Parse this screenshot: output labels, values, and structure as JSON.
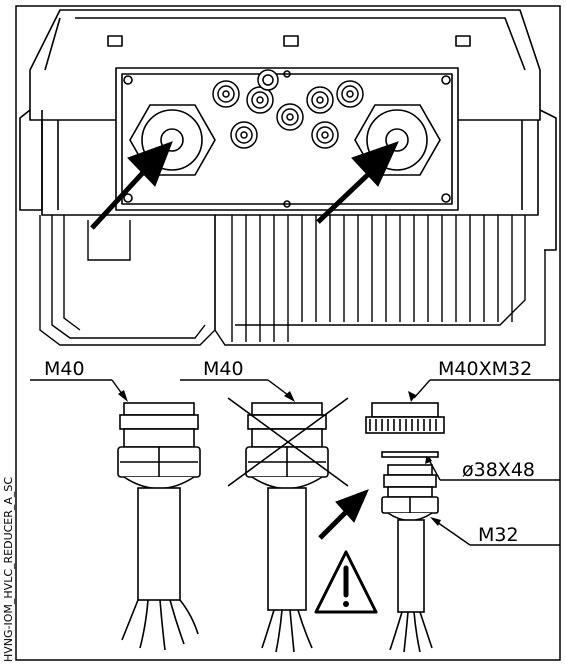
{
  "labels": {
    "m40_left": "M40",
    "m40_center": "M40",
    "reducer": "M40XM32",
    "washer": "ø38X48",
    "m32": "M32",
    "side_code": "HVNG-IOM_HVLC_REDUCER_A_SC"
  },
  "icons": {
    "warning": "warning-triangle-icon",
    "arrow": "arrow-icon",
    "cross": "cross-out-icon"
  },
  "colors": {
    "line": "#000000",
    "background": "#ffffff"
  }
}
